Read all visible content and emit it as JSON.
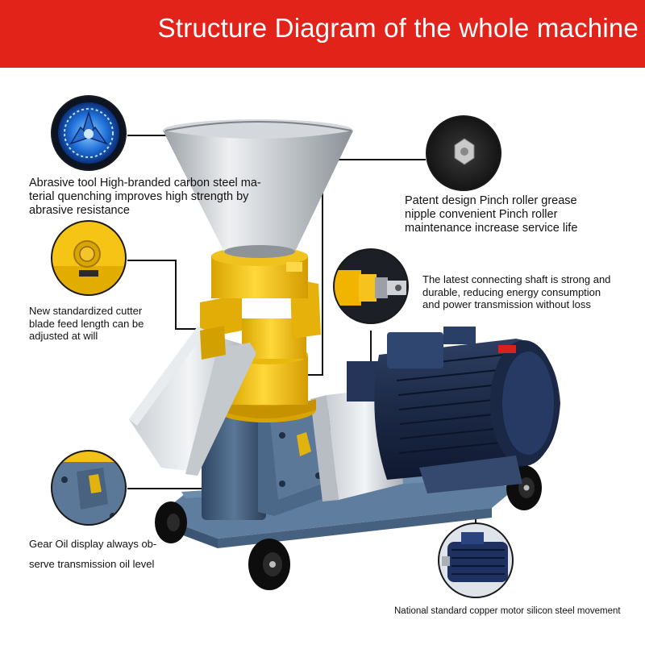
{
  "header": {
    "title": "Structure Diagram of the whole machine",
    "band_color": "#e2231a"
  },
  "callouts": {
    "abrasive_tool": {
      "lines": [
        "Abrasive tool High-branded carbon steel ma-",
        "terial quenching improves high strength by",
        "abrasive resistance"
      ],
      "icon": "blue-cutter-disc-icon"
    },
    "cutter_blade": {
      "lines": [
        "New standardized cutter",
        "blade feed length can be",
        "adjusted at will"
      ],
      "icon": "yellow-bolt-detail-icon"
    },
    "gear_oil": {
      "lines": [
        "Gear Oil display always ob-",
        "serve transmission oil level"
      ],
      "icon": "oil-display-icon"
    },
    "grease_nipple": {
      "lines": [
        "Patent design Pinch roller grease",
        "nipple convenient Pinch roller",
        "maintenance increase service life"
      ],
      "icon": "grease-nipple-icon"
    },
    "connecting_shaft": {
      "lines": [
        "The latest connecting shaft is strong and",
        "durable, reducing energy consumption",
        "and power transmission without loss"
      ],
      "icon": "connecting-shaft-icon"
    },
    "motor": {
      "lines": [
        "National standard copper motor silicon steel movement"
      ],
      "icon": "electric-motor-icon"
    }
  },
  "colors": {
    "machine_yellow": "#f5c518",
    "machine_steel": "#c8ccd0",
    "motor_blue": "#1f2e4e",
    "base_blue": "#4e6b8c"
  }
}
